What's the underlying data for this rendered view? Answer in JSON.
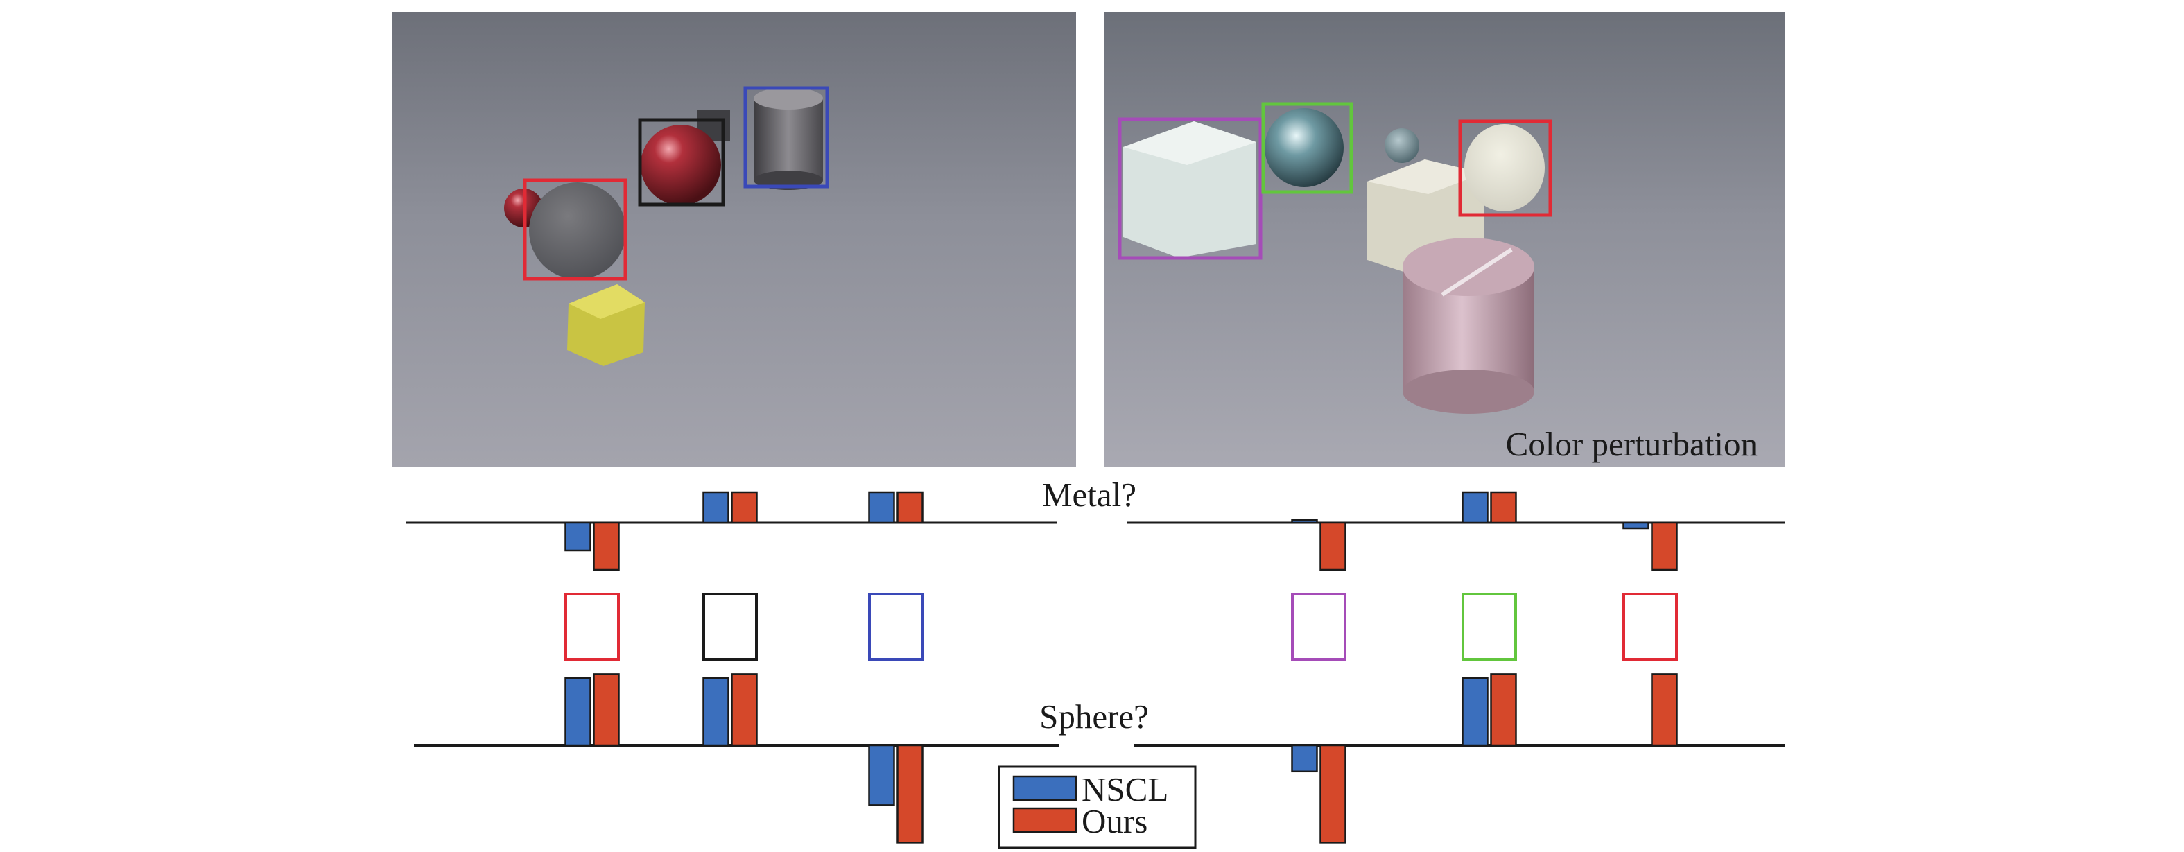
{
  "scenes": [
    {
      "caption": ""
    },
    {
      "caption": "Color perturbation"
    }
  ],
  "colors": {
    "nscl": "#3b6fbd",
    "ours": "#d5482a",
    "red": "#e12a35",
    "black": "#1a1a1a",
    "blue": "#3a49b8",
    "purple": "#a54cb8",
    "green": "#62c63d"
  },
  "chart_data": {
    "type": "bar",
    "questions": [
      "Metal?",
      "Sphere?"
    ],
    "groups": [
      {
        "scene": 0,
        "objects": [
          {
            "box_color": "red",
            "metal": {
              "nscl": -0.5,
              "ours": -0.85
            },
            "sphere": {
              "nscl": 0.9,
              "ours": 0.95
            }
          },
          {
            "box_color": "black",
            "metal": {
              "nscl": 0.55,
              "ours": 0.55
            },
            "sphere": {
              "nscl": 0.9,
              "ours": 0.95
            }
          },
          {
            "box_color": "blue",
            "metal": {
              "nscl": 0.55,
              "ours": 0.55
            },
            "sphere": {
              "nscl": -0.8,
              "ours": -1.3
            }
          }
        ]
      },
      {
        "scene": 1,
        "objects": [
          {
            "box_color": "purple",
            "metal": {
              "nscl": 0.05,
              "ours": -0.85
            },
            "sphere": {
              "nscl": -0.35,
              "ours": -1.3
            }
          },
          {
            "box_color": "green",
            "metal": {
              "nscl": 0.55,
              "ours": 0.55
            },
            "sphere": {
              "nscl": 0.9,
              "ours": 0.95
            }
          },
          {
            "box_color": "red",
            "metal": {
              "nscl": -0.1,
              "ours": -0.85
            },
            "sphere": {
              "nscl": 0.0,
              "ours": 0.95
            }
          }
        ]
      }
    ],
    "series": [
      {
        "key": "nscl",
        "name": "NSCL"
      },
      {
        "key": "ours",
        "name": "Ours"
      }
    ],
    "legend": "bottom-center"
  }
}
